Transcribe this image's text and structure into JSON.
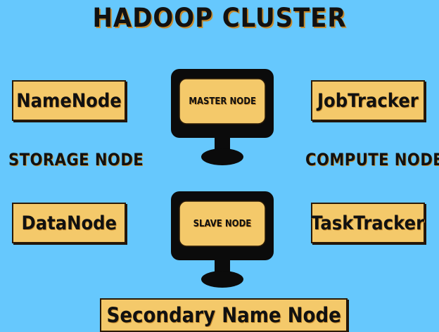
{
  "title": "HADOOP CLUSTER",
  "left": {
    "top_box": "NameNode",
    "label": "STORAGE NODE",
    "bottom_box": "DataNode"
  },
  "right": {
    "top_box": "JobTracker",
    "label": "COMPUTE NODE",
    "bottom_box": "TaskTracker"
  },
  "center": {
    "master": "MASTER NODE",
    "slave": "SLAVE NODE"
  },
  "footer_box": "Secondary Name Node",
  "colors": {
    "background": "#66c8fd",
    "box_fill": "#f4c96a",
    "outline": "#111111",
    "shadow": "#c78a2c"
  },
  "icons": [
    "monitor-icon",
    "monitor-icon"
  ]
}
